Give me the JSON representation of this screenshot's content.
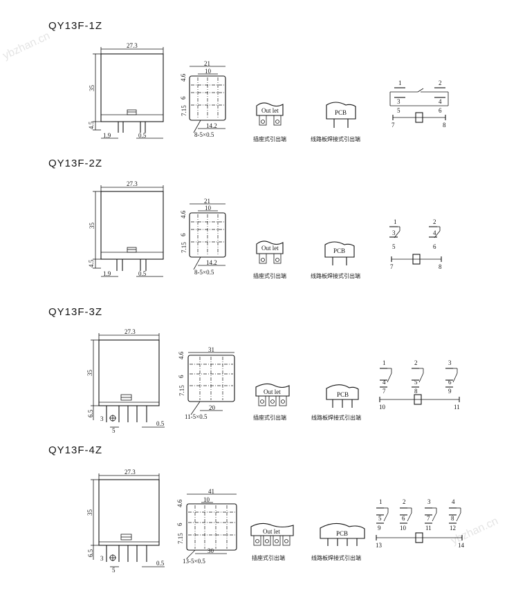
{
  "sections": [
    {
      "title": "QY13F-1Z",
      "outer_w": "27.3",
      "height": "35",
      "bottom": "4.5",
      "pin_off": "1.9",
      "pin_w": "0.5",
      "top_w": "21",
      "top_inner": "10",
      "top_r1": "4.6",
      "top_r2": "6",
      "top_r3": "7.15",
      "top_bot": "14.2",
      "holes": "8-5×0.5",
      "outlet": "Out let",
      "pcb": "PCB",
      "outlet_cn": "插座式引出端",
      "pcb_cn": "线路板焊接式引出端",
      "pins": [
        "1",
        "2",
        "3",
        "4",
        "5",
        "6",
        "7",
        "8"
      ]
    },
    {
      "title": "QY13F-2Z",
      "outer_w": "27.3",
      "height": "35",
      "bottom": "4.5",
      "pin_off": "1.9",
      "pin_w": "0.5",
      "top_w": "21",
      "top_inner": "10",
      "top_r1": "4.6",
      "top_r2": "6",
      "top_r3": "7.15",
      "top_bot": "14.2",
      "holes": "8-5×0.5",
      "outlet": "Out let",
      "pcb": "PCB",
      "outlet_cn": "插座式引出端",
      "pcb_cn": "线路板焊接式引出端",
      "pins": [
        "1",
        "2",
        "3",
        "4",
        "5",
        "6",
        "7",
        "8"
      ]
    },
    {
      "title": "QY13F-3Z",
      "outer_w": "27.3",
      "height": "35",
      "bottom": "6.5",
      "pin_off": "3",
      "pin_w": "0.5",
      "side": "5",
      "top_w": "31",
      "top_r1": "4.6",
      "top_r2": "6",
      "top_r3": "7.15",
      "top_bot": "20",
      "holes": "11-5×0.5",
      "outlet": "Out let",
      "pcb": "PCB",
      "outlet_cn": "插座式引出端",
      "pcb_cn": "线路板焊接式引出端",
      "pins": [
        "1",
        "2",
        "3",
        "4",
        "5",
        "6",
        "7",
        "8",
        "9",
        "10",
        "11"
      ]
    },
    {
      "title": "QY13F-4Z",
      "outer_w": "27.3",
      "height": "35",
      "bottom": "6.5",
      "pin_off": "3",
      "pin_w": "0.5",
      "side": "5",
      "top_w": "41",
      "top_inner": "10",
      "top_r1": "4.6",
      "top_r2": "6",
      "top_r3": "7.15",
      "top_bot": "30",
      "holes": "13-5×0.5",
      "outlet": "Out let",
      "pcb": "PCB",
      "outlet_cn": "插座式引出端",
      "pcb_cn": "线路板焊接式引出端",
      "pins": [
        "1",
        "2",
        "3",
        "4",
        "5",
        "6",
        "7",
        "8",
        "9",
        "10",
        "11",
        "12",
        "13",
        "14"
      ]
    }
  ],
  "watermarks": [
    "ybzhan.cn",
    "ybzhan.cn"
  ]
}
